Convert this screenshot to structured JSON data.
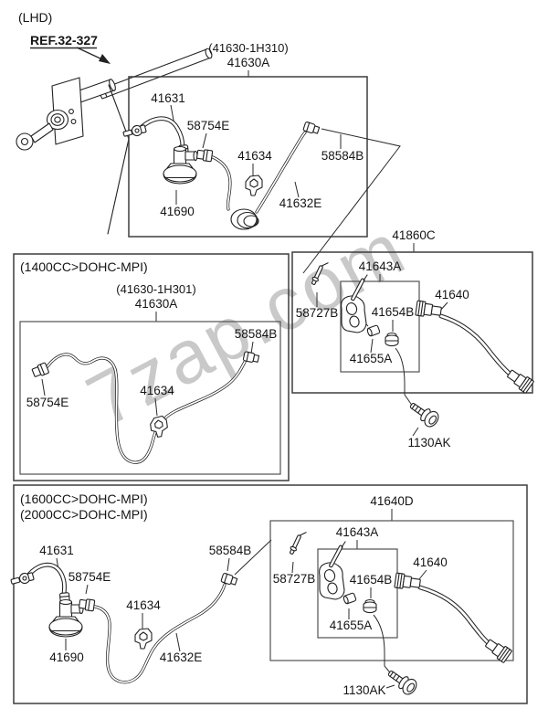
{
  "colors": {
    "line": "#222222",
    "box_line": "#3d3d3d",
    "text": "#151515",
    "watermark": "#c9c9c9",
    "background": "#ffffff"
  },
  "watermark": {
    "text": "7zap.com"
  },
  "header": {
    "layout": "(LHD)",
    "ref_label": "REF.32-327"
  },
  "top_assembly": {
    "part_code": "(41630-1H310)",
    "assembly_no": "41630A",
    "parts": {
      "hose": "41631",
      "fitting_a": "58754E",
      "clip": "41634",
      "fitting_b": "58584B",
      "pipe": "41632E",
      "damper": "41690"
    }
  },
  "mid_left_section": {
    "engine_variant": "(1400CC>DOHC-MPI)",
    "part_code": "(41630-1H301)",
    "assembly_no": "41630A",
    "parts": {
      "fitting_b": "58584B",
      "clip": "41634",
      "fitting_a": "58754E"
    }
  },
  "mid_right_section": {
    "assembly_no": "41860C",
    "parts": {
      "bracket": "41643A",
      "pin": "58727B",
      "grommet": "41654B",
      "bushing": "41655A",
      "hose": "41640",
      "bolt": "1130AK"
    }
  },
  "bottom_section": {
    "engine_variant_1": "(1600CC>DOHC-MPI)",
    "engine_variant_2": "(2000CC>DOHC-MPI)",
    "assembly_no": "41640D",
    "parts": {
      "hose": "41631",
      "fitting_a": "58754E",
      "fitting_b": "58584B",
      "clip": "41634",
      "damper": "41690",
      "pipe": "41632E",
      "bracket": "41643A",
      "pin": "58727B",
      "grommet": "41654B",
      "bushing": "41655A",
      "hose_assy": "41640",
      "bolt": "1130AK"
    }
  }
}
